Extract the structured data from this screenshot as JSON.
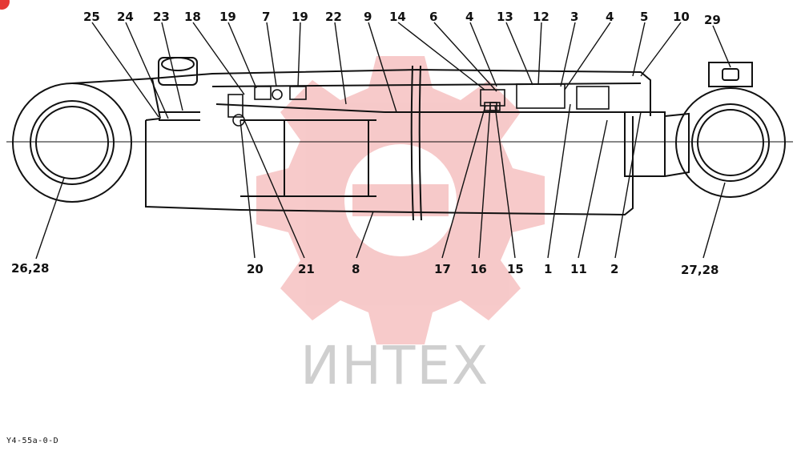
{
  "watermark": {
    "text": "ИНТЕХ",
    "color": "#f2b6b6"
  },
  "drawing_code": "Y4-55a-0-D",
  "callouts": {
    "c25": "25",
    "c24": "24",
    "c23": "23",
    "c18": "18",
    "c19a": "19",
    "c7": "7",
    "c19b": "19",
    "c22": "22",
    "c9": "9",
    "c14": "14",
    "c6": "6",
    "c4a": "4",
    "c13": "13",
    "c12": "12",
    "c3": "3",
    "c4b": "4",
    "c5": "5",
    "c10": "10",
    "c29": "29",
    "c2628": "26,28",
    "c20": "20",
    "c21": "21",
    "c8": "8",
    "c17": "17",
    "c16": "16",
    "c15": "15",
    "c1": "1",
    "c11": "11",
    "c2": "2",
    "c2728": "27,28"
  }
}
